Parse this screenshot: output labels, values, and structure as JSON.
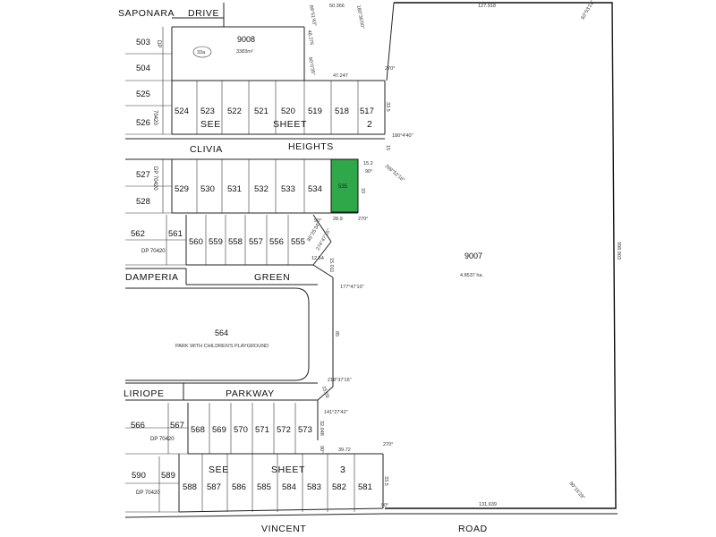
{
  "roads": {
    "saponara": "SAPONARA",
    "drive": "DRIVE",
    "clivia": "CLIVIA",
    "heights": "HEIGHTS",
    "damperia": "DAMPERIA",
    "green": "GREEN",
    "liriope": "LIRIOPE",
    "parkway": "PARKWAY",
    "vincent": "VINCENT",
    "road": "ROAD"
  },
  "parcels": {
    "p9008": "9008",
    "p9008_area": "3383m²",
    "p9007": "9007",
    "p9007_area": "4.8537 ha.",
    "p564": "564",
    "p564_desc": "PARK WITH CHILDREN'S PLAYGROUND",
    "circle_label": "33a"
  },
  "see_sheet": {
    "see": "SEE",
    "sheet": "SHEET",
    "sheet2": "2",
    "sheet3": "3"
  },
  "lots": {
    "l503": "503",
    "l504": "504",
    "l525": "525",
    "l526": "526",
    "l527": "527",
    "l528": "528",
    "l562": "562",
    "l561": "561",
    "l566": "566",
    "l567": "567",
    "l590": "590",
    "l589": "589",
    "row1": [
      "524",
      "523",
      "522",
      "521",
      "520",
      "519",
      "518",
      "517"
    ],
    "row2": [
      "529",
      "530",
      "531",
      "532",
      "533",
      "534",
      "535"
    ],
    "row3": [
      "560",
      "559",
      "558",
      "557",
      "556",
      "555"
    ],
    "row4": [
      "568",
      "569",
      "570",
      "571",
      "572",
      "573"
    ],
    "row5": [
      "588",
      "587",
      "586",
      "585",
      "584",
      "583",
      "582",
      "581"
    ]
  },
  "dp": {
    "dp1": "DP",
    "dp2": "DP 70420",
    "dp3": "70420",
    "dp4": "DP 70420",
    "dp5": "DP 70420",
    "dp6": "DP 70420",
    "dp7": "DP 70420"
  },
  "bearings": {
    "b1": "50.366",
    "b2": "127.918",
    "b3": "83°53'21\"",
    "b4": "89°51'43\"",
    "b5": "180°36'00\"",
    "b6": "48.276",
    "b7": "90°0'35\"",
    "b8": "47.247",
    "b9": "270°",
    "b10": "33.5",
    "b11": "180°4'40\"",
    "b12": "15",
    "b13": "15.2",
    "b14": "90°",
    "b15": "269°52'16\"",
    "b16": "33",
    "b17": "28.9",
    "b18": "270°",
    "b19": "90°",
    "b20": "85°25'34\"",
    "b21": "274°47'16\"",
    "b22": "12.54",
    "b23": "15.011",
    "b24": "177°47'10\"",
    "b25": "85",
    "b26": "218°37'16\"",
    "b27": "15.28",
    "b28": "141°27'42\"",
    "b29": "32.048",
    "b30": "90°",
    "b31": "39.72",
    "b32": "270°",
    "b33": "33.5",
    "b34": "90°",
    "b35": "131.639",
    "b36": "90°15'28\"",
    "b37": "398.903"
  },
  "highlight": {
    "lot": "535",
    "color": "#2fa84a"
  }
}
